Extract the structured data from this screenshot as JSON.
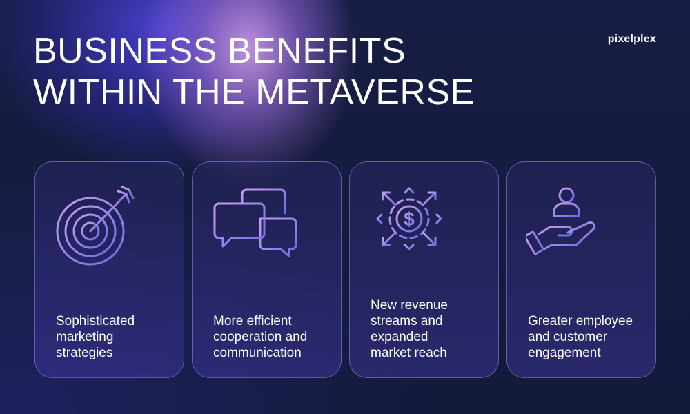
{
  "header": {
    "title_lines": [
      "BUSINESS BENEFITS",
      "WITHIN THE METAVERSE"
    ],
    "logo": "pixelplex"
  },
  "colors": {
    "background": "#141a3b",
    "icon_gradient_start": "#c9a0ee",
    "icon_gradient_end": "#6f6ae6",
    "card_border": "#968ce6"
  },
  "cards": [
    {
      "icon": "target-arrow-icon",
      "text_lines": [
        "Sophisticated",
        "marketing",
        "strategies"
      ]
    },
    {
      "icon": "chat-bubbles-icon",
      "text_lines": [
        "More efficient",
        "cooperation and",
        "communication"
      ]
    },
    {
      "icon": "dollar-expand-icon",
      "text_lines": [
        "New revenue",
        "streams and",
        "expanded",
        "market reach"
      ]
    },
    {
      "icon": "hand-person-icon",
      "text_lines": [
        "Greater employee",
        "and customer",
        "engagement"
      ]
    }
  ]
}
